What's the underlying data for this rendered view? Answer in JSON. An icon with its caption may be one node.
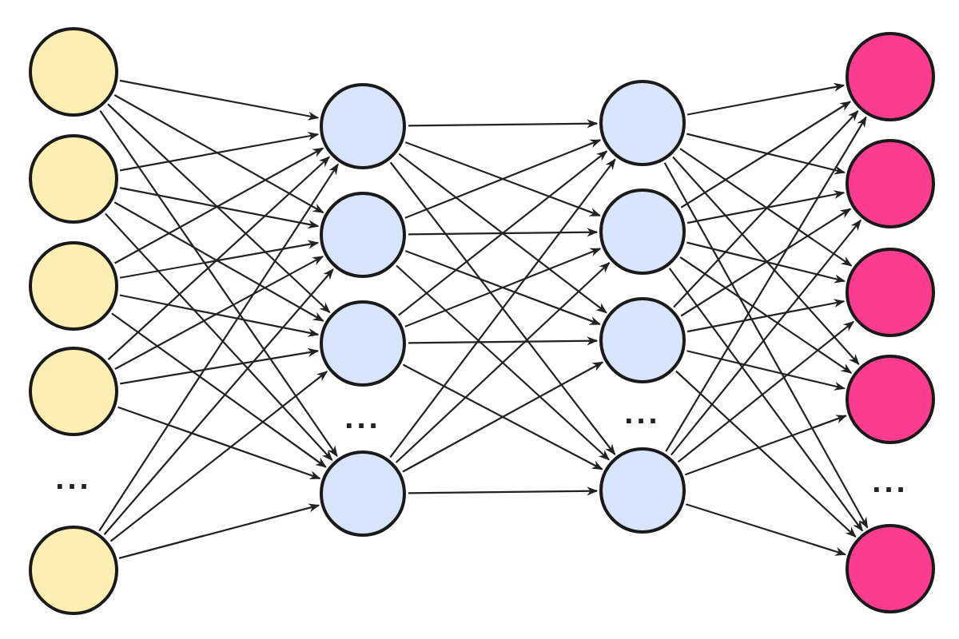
{
  "diagram": {
    "nodes": [
      {
        "text": [],
        "shape": "circle"
      },
      {
        "text": [],
        "shape": "circle"
      },
      {
        "text": [],
        "shape": "circle"
      },
      {
        "text": [],
        "shape": "circle"
      },
      {
        "text": [],
        "shape": "circle"
      },
      {
        "text": [],
        "shape": "circle"
      },
      {
        "text": [],
        "shape": "circle"
      },
      {
        "text": [],
        "shape": "circle"
      },
      {
        "text": [],
        "shape": "circle"
      },
      {
        "text": [],
        "shape": "circle"
      },
      {
        "text": [],
        "shape": "circle"
      },
      {
        "text": [],
        "shape": "circle"
      },
      {
        "text": [],
        "shape": "circle"
      },
      {
        "text": [],
        "shape": "circle"
      },
      {
        "text": [],
        "shape": "circle"
      },
      {
        "text": [],
        "shape": "circle"
      },
      {
        "text": [],
        "shape": "circle"
      },
      {
        "text": [],
        "shape": "circle"
      }
    ],
    "edges": [
      {
        "from": 0,
        "to": 5,
        "arrow": "to"
      },
      {
        "from": 0,
        "to": 6,
        "arrow": "to"
      },
      {
        "from": 0,
        "to": 7,
        "arrow": "to"
      },
      {
        "from": 0,
        "to": 8,
        "arrow": "to"
      },
      {
        "from": 1,
        "to": 5,
        "arrow": "to"
      },
      {
        "from": 1,
        "to": 6,
        "arrow": "to"
      },
      {
        "from": 1,
        "to": 7,
        "arrow": "to"
      },
      {
        "from": 1,
        "to": 8,
        "arrow": "to"
      },
      {
        "from": 2,
        "to": 5,
        "arrow": "to"
      },
      {
        "from": 2,
        "to": 6,
        "arrow": "to"
      },
      {
        "from": 2,
        "to": 7,
        "arrow": "to"
      },
      {
        "from": 2,
        "to": 8,
        "arrow": "to"
      },
      {
        "from": 3,
        "to": 5,
        "arrow": "to"
      },
      {
        "from": 3,
        "to": 6,
        "arrow": "to"
      },
      {
        "from": 3,
        "to": 7,
        "arrow": "to"
      },
      {
        "from": 3,
        "to": 8,
        "arrow": "to"
      },
      {
        "from": 4,
        "to": 5,
        "arrow": "to"
      },
      {
        "from": 4,
        "to": 6,
        "arrow": "to"
      },
      {
        "from": 4,
        "to": 7,
        "arrow": "to"
      },
      {
        "from": 4,
        "to": 8,
        "arrow": "to"
      },
      {
        "from": 5,
        "to": 9,
        "arrow": "to"
      },
      {
        "from": 5,
        "to": 10,
        "arrow": "to"
      },
      {
        "from": 5,
        "to": 11,
        "arrow": "to"
      },
      {
        "from": 5,
        "to": 12,
        "arrow": "to"
      },
      {
        "from": 6,
        "to": 9,
        "arrow": "to"
      },
      {
        "from": 6,
        "to": 10,
        "arrow": "to"
      },
      {
        "from": 6,
        "to": 11,
        "arrow": "to"
      },
      {
        "from": 6,
        "to": 12,
        "arrow": "to"
      },
      {
        "from": 7,
        "to": 9,
        "arrow": "to"
      },
      {
        "from": 7,
        "to": 10,
        "arrow": "to"
      },
      {
        "from": 7,
        "to": 11,
        "arrow": "to"
      },
      {
        "from": 7,
        "to": 12,
        "arrow": "to"
      },
      {
        "from": 8,
        "to": 9,
        "arrow": "to"
      },
      {
        "from": 8,
        "to": 10,
        "arrow": "to"
      },
      {
        "from": 8,
        "to": 11,
        "arrow": "to"
      },
      {
        "from": 8,
        "to": 12,
        "arrow": "to"
      },
      {
        "from": 9,
        "to": 13,
        "arrow": "to"
      },
      {
        "from": 9,
        "to": 14,
        "arrow": "to"
      },
      {
        "from": 9,
        "to": 15,
        "arrow": "to"
      },
      {
        "from": 9,
        "to": 16,
        "arrow": "to"
      },
      {
        "from": 9,
        "to": 17,
        "arrow": "to"
      },
      {
        "from": 10,
        "to": 13,
        "arrow": "to"
      },
      {
        "from": 10,
        "to": 14,
        "arrow": "to"
      },
      {
        "from": 10,
        "to": 15,
        "arrow": "to"
      },
      {
        "from": 10,
        "to": 16,
        "arrow": "to"
      },
      {
        "from": 10,
        "to": 17,
        "arrow": "to"
      },
      {
        "from": 11,
        "to": 13,
        "arrow": "to"
      },
      {
        "from": 11,
        "to": 14,
        "arrow": "to"
      },
      {
        "from": 11,
        "to": 15,
        "arrow": "to"
      },
      {
        "from": 11,
        "to": 16,
        "arrow": "to"
      },
      {
        "from": 11,
        "to": 17,
        "arrow": "to"
      },
      {
        "from": 12,
        "to": 13,
        "arrow": "to"
      },
      {
        "from": 12,
        "to": 14,
        "arrow": "to"
      },
      {
        "from": 12,
        "to": 15,
        "arrow": "to"
      },
      {
        "from": 12,
        "to": 16,
        "arrow": "to"
      },
      {
        "from": 12,
        "to": 17,
        "arrow": "to"
      }
    ],
    "labels": [
      "...",
      "...",
      "...",
      "..."
    ]
  }
}
